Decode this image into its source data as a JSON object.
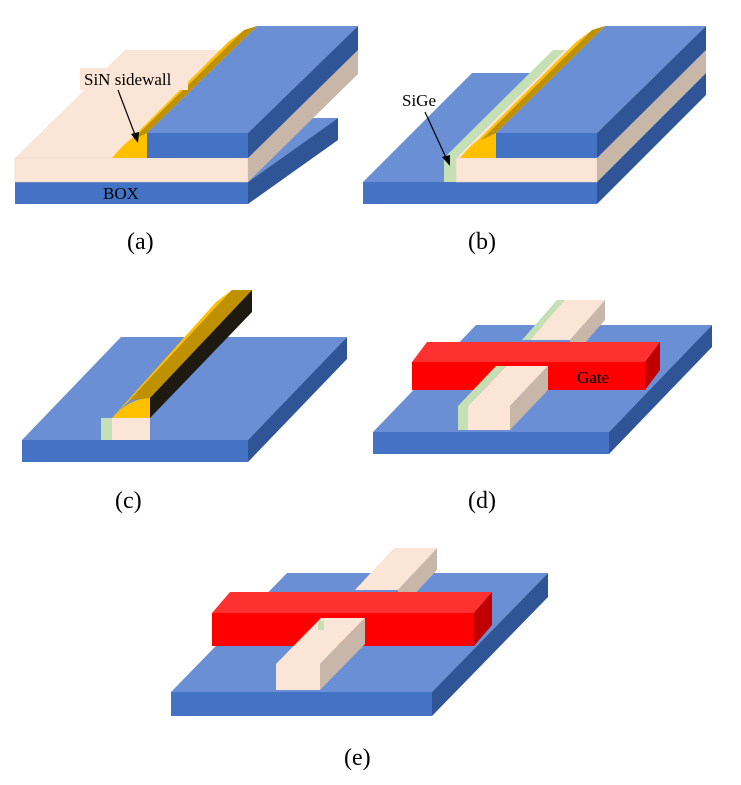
{
  "panels": {
    "a": {
      "caption": "(a)",
      "labels": {
        "sidewall": "SiN sidewall",
        "box": "BOX"
      }
    },
    "b": {
      "caption": "(b)",
      "labels": {
        "sige": "SiGe"
      }
    },
    "c": {
      "caption": "(c)"
    },
    "d": {
      "caption": "(d)",
      "labels": {
        "gate": "Gate"
      }
    },
    "e": {
      "caption": "(e)"
    }
  },
  "colors": {
    "box_blue_top": "#6B8FD4",
    "box_blue_front": "#4472C4",
    "box_blue_side": "#2F5597",
    "silicon_top": "#FBE5D6",
    "silicon_side": "#C8B6A8",
    "sin_yellow": "#FFC000",
    "sin_dark_gold": "#BF9000",
    "sige_green": "#C5E0B4",
    "gate_red": "#FF0000",
    "gate_red_side": "#C00000",
    "hardmask_black": "#1E1A12"
  }
}
